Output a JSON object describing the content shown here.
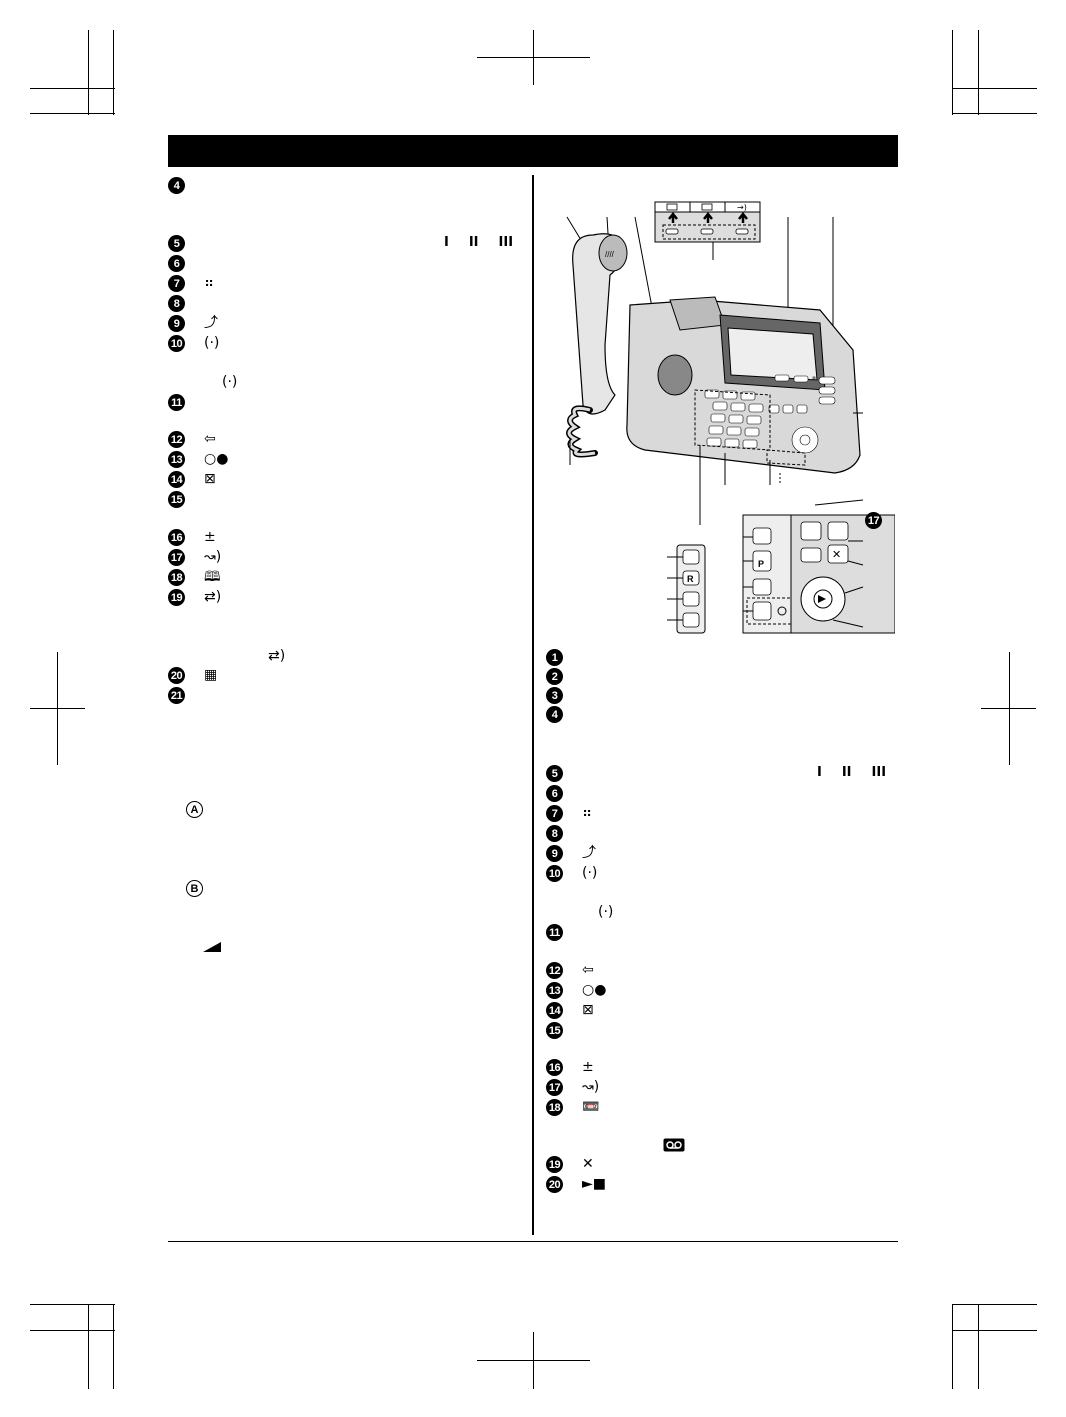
{
  "left_items": [
    {
      "num": "4",
      "glyph": ""
    },
    {
      "num": "5",
      "glyph": ""
    },
    {
      "num": "6",
      "glyph": ""
    },
    {
      "num": "7",
      "glyph": "⠶"
    },
    {
      "num": "8",
      "glyph": ""
    },
    {
      "num": "9",
      "glyph": "⤴"
    },
    {
      "num": "10",
      "glyph": "(·)"
    },
    {
      "num": "11",
      "glyph": ""
    },
    {
      "num": "12",
      "glyph": "⇦"
    },
    {
      "num": "13",
      "glyph": "○●"
    },
    {
      "num": "14",
      "glyph": "⊠"
    },
    {
      "num": "15",
      "glyph": ""
    },
    {
      "num": "16",
      "glyph": "±"
    },
    {
      "num": "17",
      "glyph": "↝)"
    },
    {
      "num": "18",
      "glyph": "🕮"
    },
    {
      "num": "19",
      "glyph": "⇄)"
    },
    {
      "num": "20",
      "glyph": "▦"
    },
    {
      "num": "21",
      "glyph": ""
    }
  ],
  "left_extras": {
    "bars": [
      "I",
      "II",
      "III"
    ],
    "g10_sub": "(·)",
    "g19_sub": "⇄)",
    "circle_a": "A",
    "circle_b": "B"
  },
  "right_items": [
    {
      "num": "1",
      "glyph": ""
    },
    {
      "num": "2",
      "glyph": ""
    },
    {
      "num": "3",
      "glyph": ""
    },
    {
      "num": "4",
      "glyph": ""
    },
    {
      "num": "5",
      "glyph": ""
    },
    {
      "num": "6",
      "glyph": ""
    },
    {
      "num": "7",
      "glyph": "⠶"
    },
    {
      "num": "8",
      "glyph": ""
    },
    {
      "num": "9",
      "glyph": "⤴"
    },
    {
      "num": "10",
      "glyph": "(·)"
    },
    {
      "num": "11",
      "glyph": ""
    },
    {
      "num": "12",
      "glyph": "⇦"
    },
    {
      "num": "13",
      "glyph": "○●"
    },
    {
      "num": "14",
      "glyph": "⊠"
    },
    {
      "num": "15",
      "glyph": ""
    },
    {
      "num": "16",
      "glyph": "±"
    },
    {
      "num": "17",
      "glyph": "↝)"
    },
    {
      "num": "18",
      "glyph": "📼"
    },
    {
      "num": "19",
      "glyph": "✕"
    },
    {
      "num": "20",
      "glyph": "►■"
    }
  ],
  "right_extras": {
    "bars": [
      "I",
      "II",
      "III"
    ],
    "g10_sub": "(·)",
    "g18_sub": "▭"
  },
  "diagram": {
    "callout_17": "17",
    "key_r": "R",
    "key_p": "P"
  }
}
